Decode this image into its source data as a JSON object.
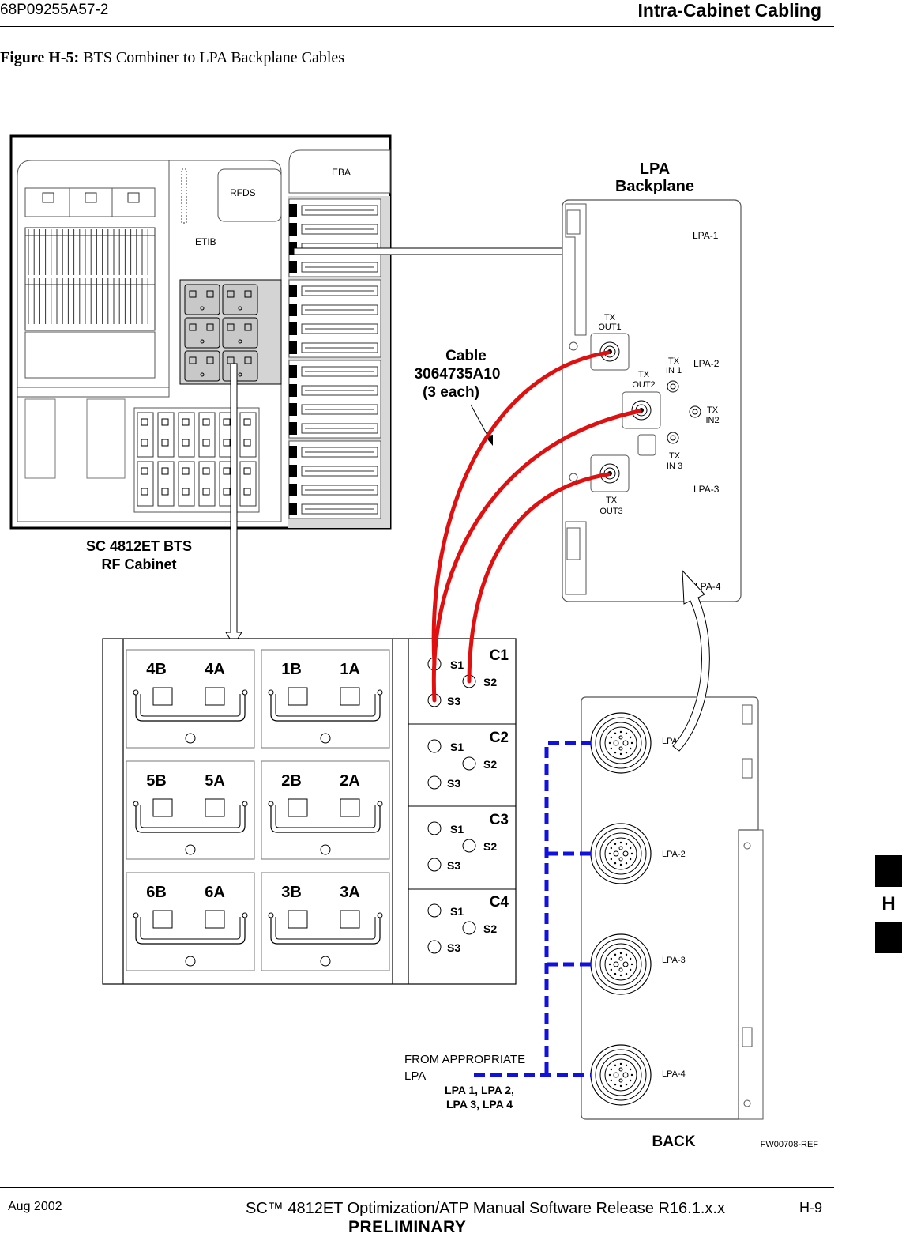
{
  "header": {
    "doc_number": "68P09255A57-2",
    "section_title": "Intra-Cabinet  Cabling"
  },
  "figure": {
    "label": "Figure H-5:",
    "caption": "BTS Combiner to LPA Backplane Cables"
  },
  "cabinet": {
    "eba_label": "EBA",
    "rfds_label": "RFDS",
    "etib_label": "ETIB",
    "name_line1": "SC 4812ET BTS",
    "name_line2": "RF Cabinet"
  },
  "lpa_backplane": {
    "title_line1": "LPA",
    "title_line2": "Backplane",
    "slots": [
      "LPA-1",
      "LPA-2",
      "LPA-3",
      "LPA-4"
    ],
    "ports": {
      "tx_out1": [
        "TX",
        "OUT1"
      ],
      "tx_out2": [
        "TX",
        "OUT2"
      ],
      "tx_out3": [
        "TX",
        "OUT3"
      ],
      "tx_in1": [
        "TX",
        "IN 1"
      ],
      "tx_in2": [
        "TX",
        "IN2"
      ],
      "tx_in3": [
        "TX",
        "IN 3"
      ]
    }
  },
  "cable": {
    "line1": "Cable",
    "line2": "3064735A10",
    "line3": "(3 each)"
  },
  "combiner": {
    "modules": [
      [
        "4B",
        "4A"
      ],
      [
        "1B",
        "1A"
      ],
      [
        "5B",
        "5A"
      ],
      [
        "2B",
        "2A"
      ],
      [
        "6B",
        "6A"
      ],
      [
        "3B",
        "3A"
      ]
    ],
    "groups": [
      {
        "name": "C1",
        "ports": [
          "S1",
          "S2",
          "S3"
        ]
      },
      {
        "name": "C2",
        "ports": [
          "S1",
          "S2",
          "S3"
        ]
      },
      {
        "name": "C3",
        "ports": [
          "S1",
          "S2",
          "S3"
        ]
      },
      {
        "name": "C4",
        "ports": [
          "S1",
          "S2",
          "S3"
        ]
      }
    ]
  },
  "back_panel": {
    "connectors": [
      "LPA-1",
      "LPA-2",
      "LPA-3",
      "LPA-4"
    ],
    "from_line1": "FROM APPROPRIATE",
    "from_line2": "LPA",
    "lpa_list_line1": "LPA 1, LPA 2,",
    "lpa_list_line2": "LPA 3, LPA 4",
    "label": "BACK"
  },
  "figure_id": "FW00708-REF",
  "footer": {
    "date": "Aug 2002",
    "title": "SC™ 4812ET Optimization/ATP Manual Software Release R16.1.x.x",
    "page": "H-9",
    "status": "PRELIMINARY"
  },
  "tab_letter": "H",
  "colors": {
    "rf_cable": "#e01010",
    "lpa_cable": "#1010e0",
    "rack_shade": "#d8d8d8"
  }
}
